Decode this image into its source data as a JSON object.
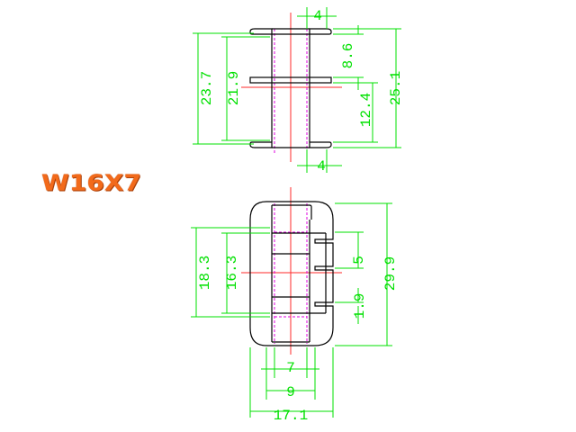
{
  "title": "W16X7",
  "colors": {
    "dimension": "#00e000",
    "center": "#ff2a2a",
    "hidden": "#e000e0",
    "outline": "#000000"
  },
  "side_view": {
    "dims": {
      "top_width": "4",
      "bottom_width": "4",
      "h_23_7": "23.7",
      "h_21_9": "21.9",
      "h_8_6": "8.6",
      "h_12_4": "12.4",
      "h_25_1": "25.1"
    }
  },
  "top_view": {
    "dims": {
      "h_18_3": "18.3",
      "h_16_3": "16.3",
      "slot_5": "5",
      "slot_1_9": "1.9",
      "h_29_9": "29.9",
      "w_7": "7",
      "w_9": "9",
      "w_17_1": "17.1"
    }
  }
}
